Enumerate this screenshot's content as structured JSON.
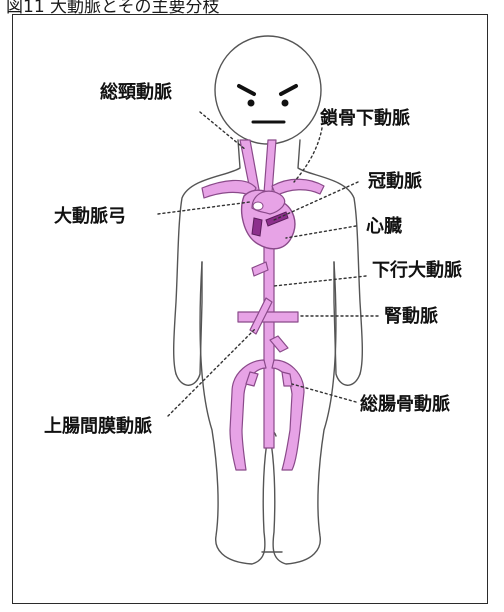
{
  "caption": "図11 大動脈とその主要分枝",
  "labels": {
    "common_carotid": "総頸動脈",
    "subclavian": "鎖骨下動脈",
    "aortic_arch": "大動脈弓",
    "coronary": "冠動脈",
    "heart": "心臓",
    "descending_aorta": "下行大動脈",
    "renal": "腎動脈",
    "superior_mesenteric": "上腸間膜動脈",
    "common_iliac": "総腸骨動脈"
  },
  "colors": {
    "artery": "#e7a3e6",
    "artery_stroke": "#8a4a8a",
    "heart": "#e7a3e6",
    "coronary": "#8c2f8c",
    "outline": "#555555",
    "leader": "#333333"
  }
}
